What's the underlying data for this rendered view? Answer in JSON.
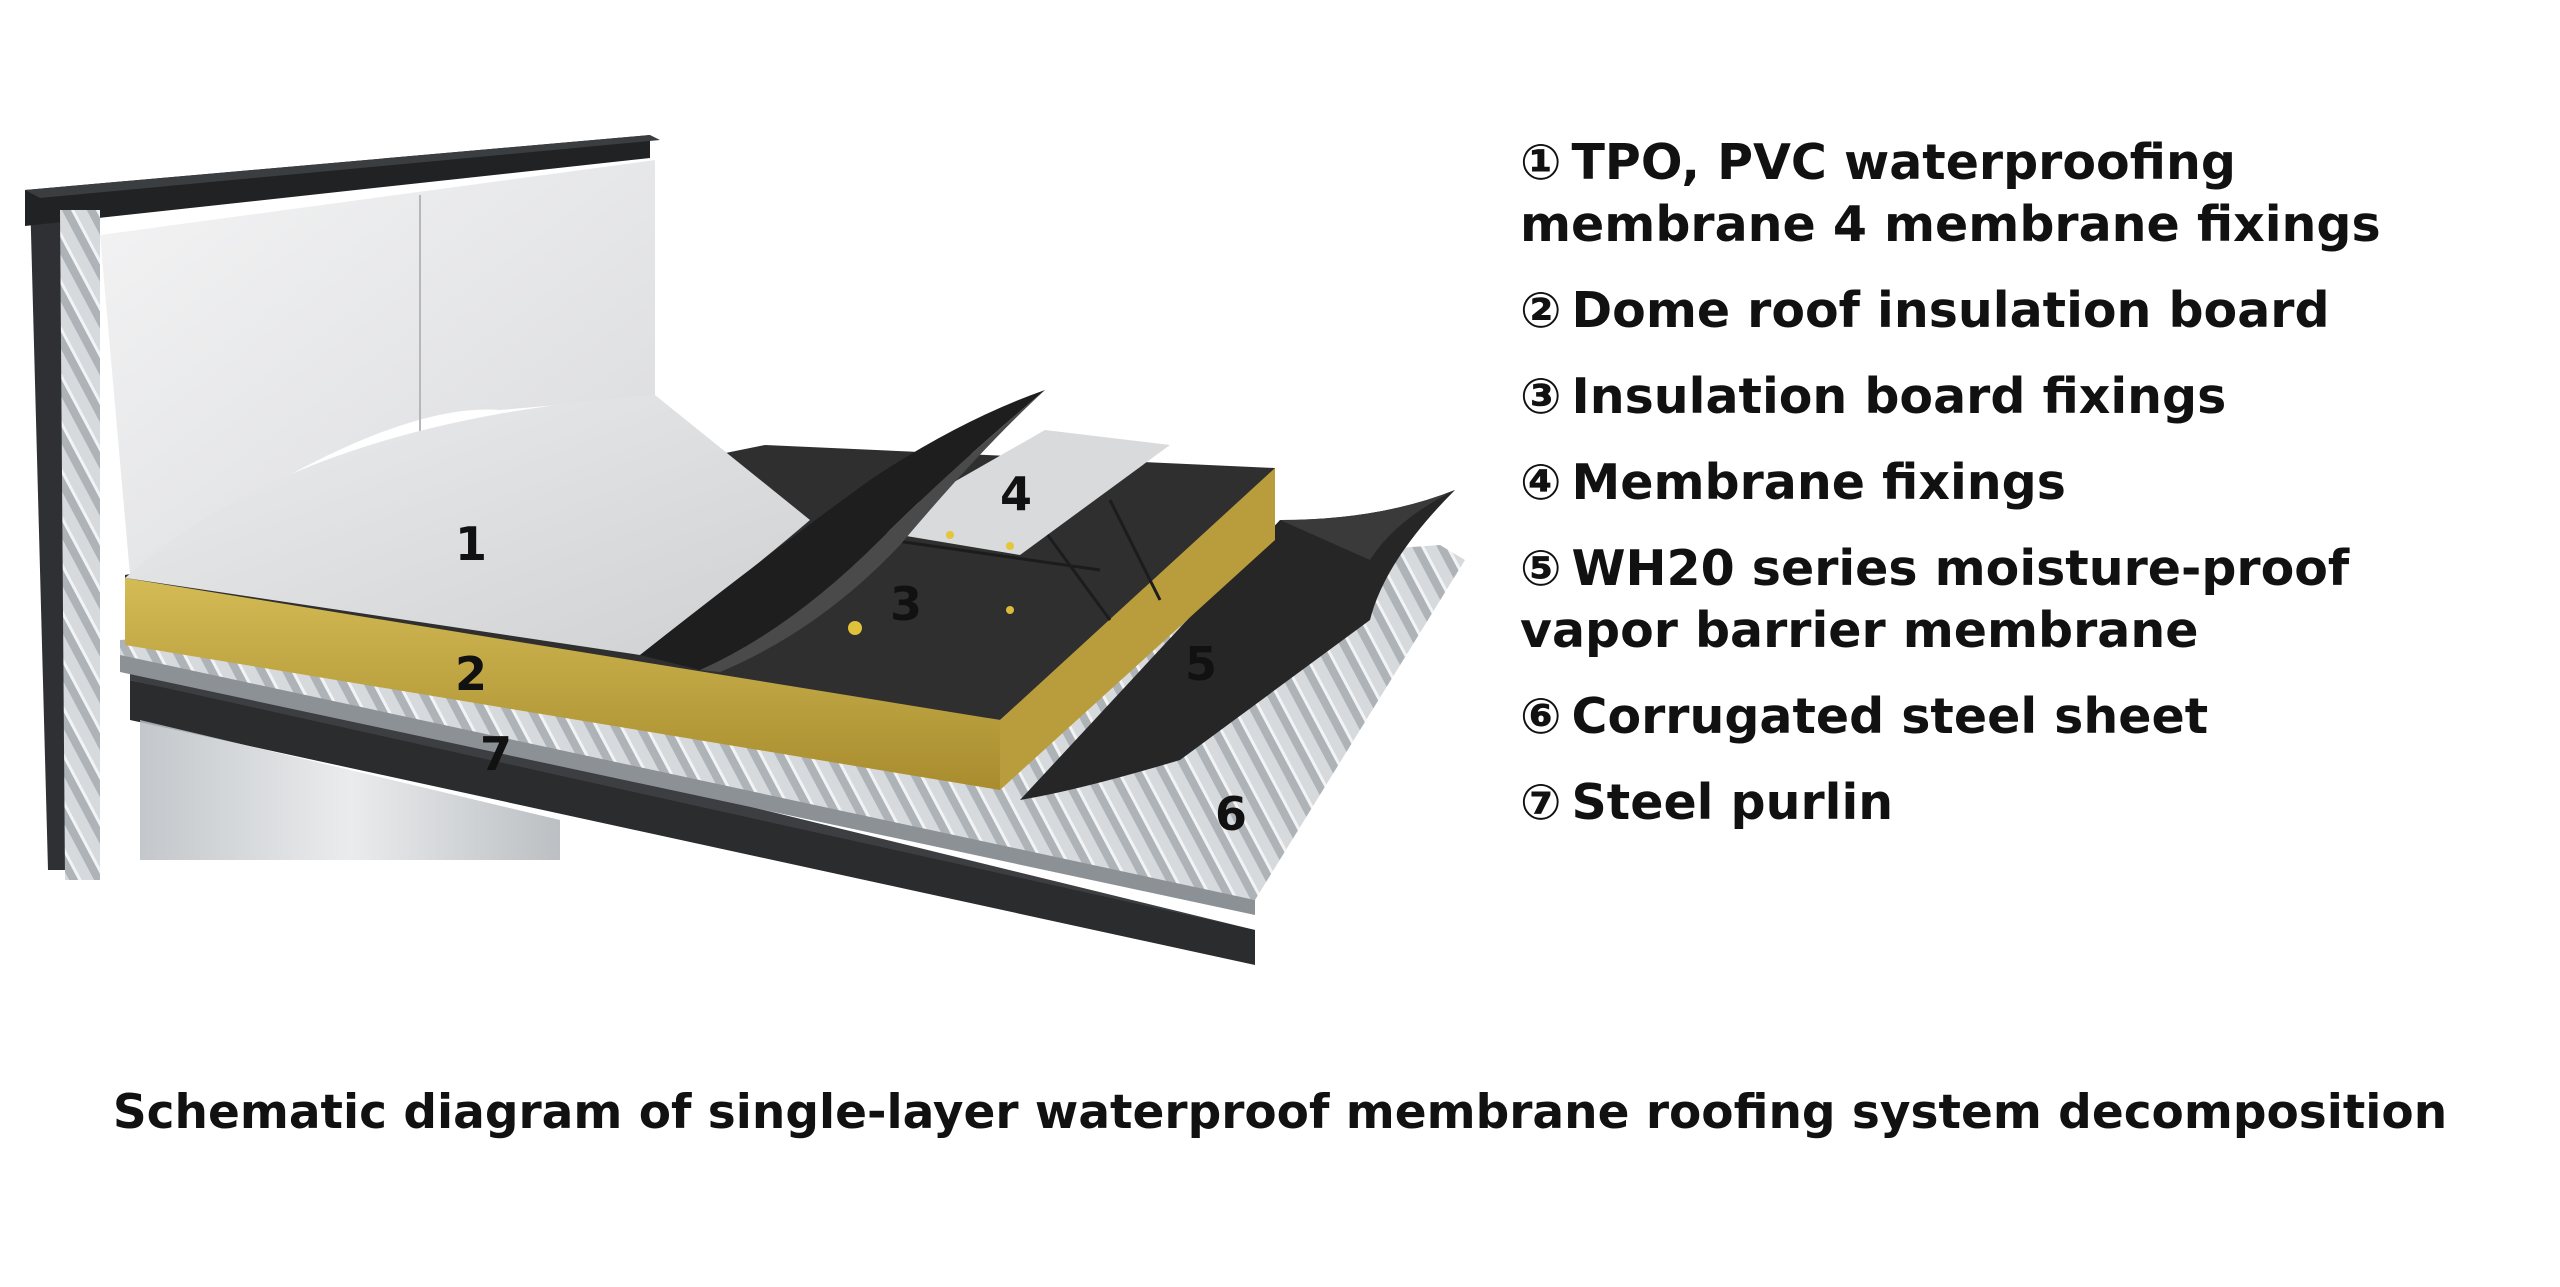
{
  "diagram": {
    "callouts": [
      "1",
      "2",
      "3",
      "4",
      "5",
      "6",
      "7"
    ]
  },
  "legend": {
    "items": [
      {
        "mark": "①",
        "text": "TPO, PVC waterproofing membrane 4 membrane fixings"
      },
      {
        "mark": "②",
        "text": "Dome roof insulation board"
      },
      {
        "mark": "③",
        "text": "Insulation board fixings"
      },
      {
        "mark": "④",
        "text": "Membrane fixings"
      },
      {
        "mark": "⑤",
        "text": "WH20 series moisture-proof vapor barrier membrane"
      },
      {
        "mark": "⑥",
        "text": "Corrugated steel sheet"
      },
      {
        "mark": "⑦",
        "text": "Steel purlin"
      }
    ]
  },
  "caption": "Schematic diagram of single-layer waterproof membrane roofing system decomposition",
  "colors": {
    "membrane": "#e4e5e6",
    "insulation": "#c9b04a",
    "insulation_dark": "#a68a2a",
    "board": "#2b2b2b",
    "vapor_barrier": "#262626",
    "steel": "#cfd3d6",
    "purlin": "#333538"
  }
}
